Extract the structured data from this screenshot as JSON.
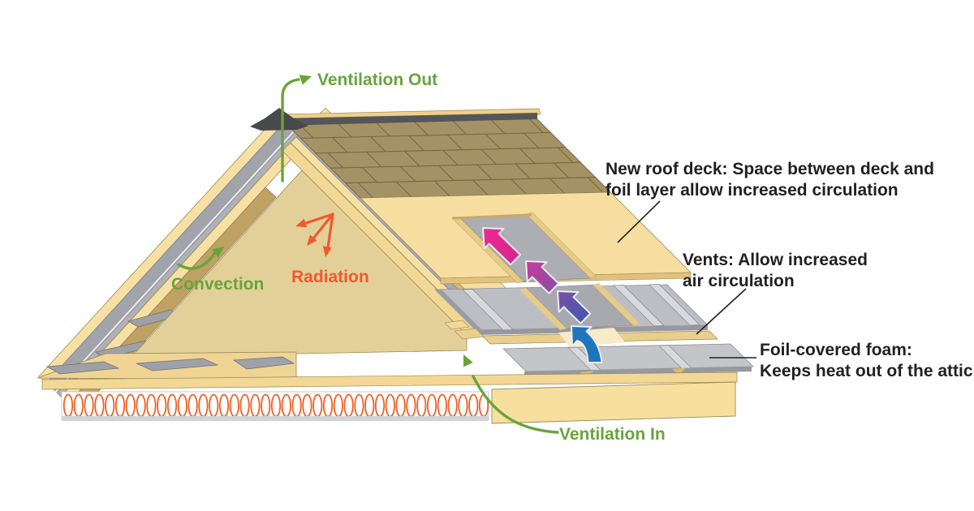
{
  "diagram": {
    "type": "roof-ventilation-cutaway-illustration",
    "labels": {
      "ventilation_out": "Ventilation Out",
      "convection": "Convection",
      "radiation": "Radiation",
      "ventilation_in": "Ventilation In",
      "new_roof_deck": {
        "line1": "New roof deck: Space between deck and",
        "line2": "foil layer allow increased circulation"
      },
      "vents": {
        "line1": "Vents: Allow increased",
        "line2": "air circulation"
      },
      "foil_foam": {
        "line1": "Foil-covered foam:",
        "line2": "Keeps heat out of the attic"
      }
    },
    "colors": {
      "label_green": "#69A43B",
      "label_orange": "#F1592B",
      "label_black": "#221F1F",
      "airflow_blue": "#1F76BD",
      "airflow_blueviolet": "#4A59AD",
      "airflow_purple": "#8A4EA3",
      "airflow_pink": "#EC2390",
      "roof_deck_cream": "#F6DEA0",
      "attic_tan": "#E3D099",
      "shingle_brown": "#A59264",
      "foil_gray": "#BDBEC3",
      "ridge_dark": "#4D4E50",
      "insulation_orange": "#F15F26"
    }
  }
}
